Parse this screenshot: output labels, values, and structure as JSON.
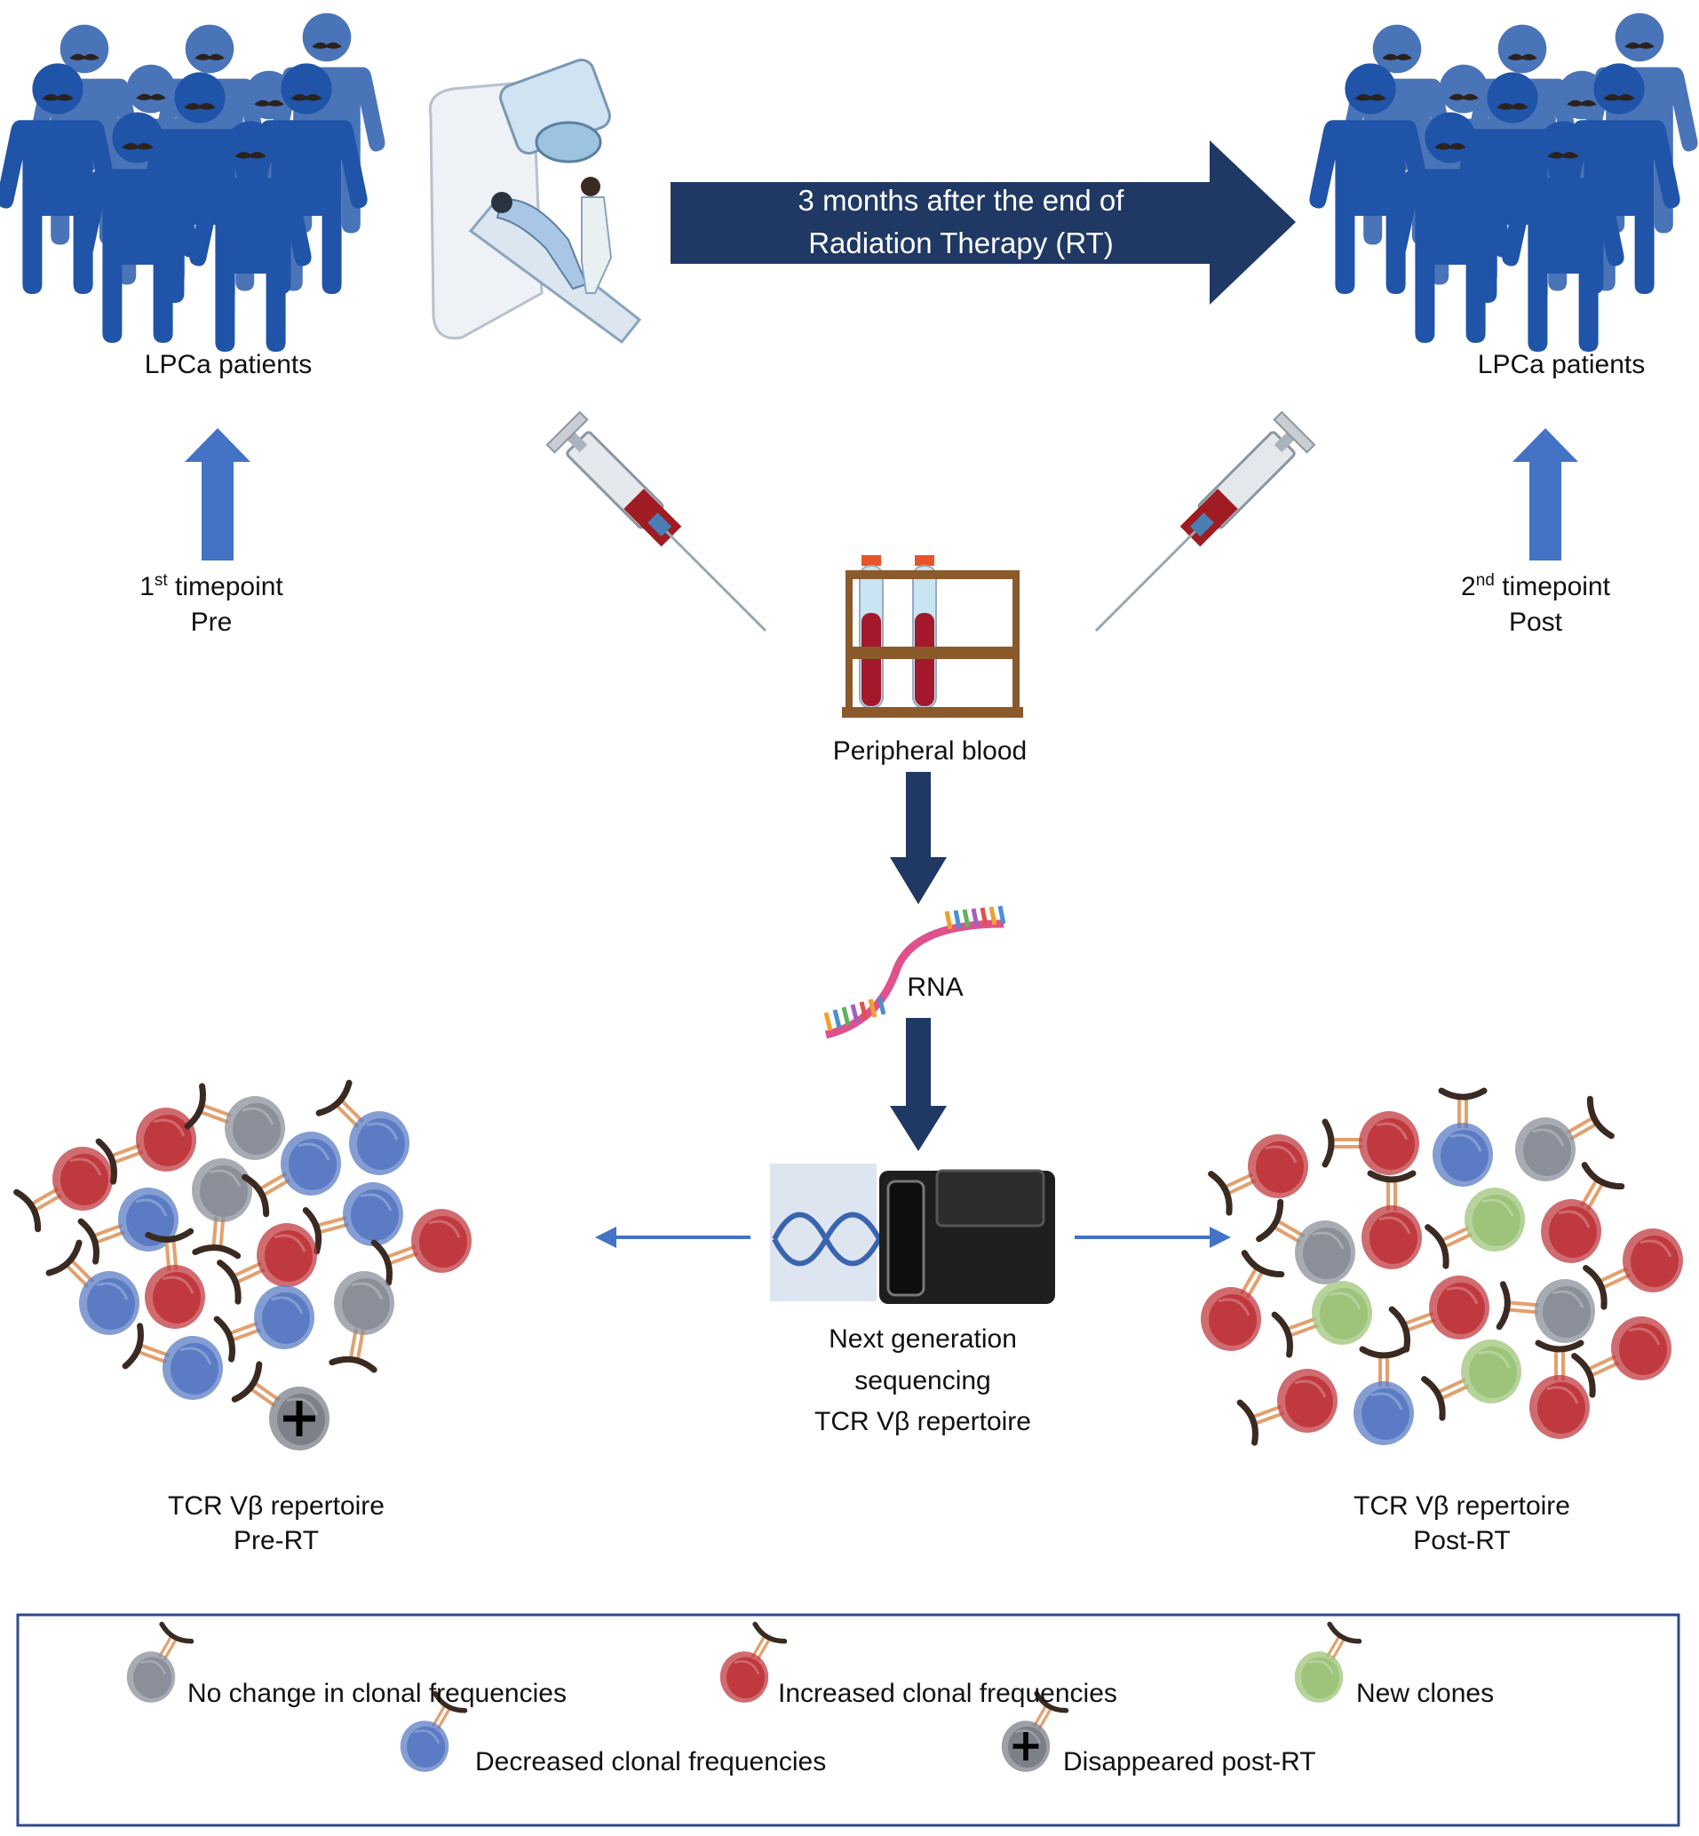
{
  "header": {
    "arrow_line1": "3 months after the end of",
    "arrow_line2": "Radiation Therapy (RT)"
  },
  "left_group": {
    "label": "LPCa patients"
  },
  "right_group": {
    "label": "LPCa patients"
  },
  "timepoint1": {
    "num": "1",
    "sup": "st",
    "word": " timepoint",
    "sub": "Pre"
  },
  "timepoint2": {
    "num": "2",
    "sup": "nd",
    "word": " timepoint",
    "sub": "Post"
  },
  "blood": {
    "label": "Peripheral blood"
  },
  "rna": {
    "label": "RNA"
  },
  "ngs": {
    "line1": "Next generation",
    "line2": "sequencing",
    "line3": "TCR Vβ repertoire"
  },
  "pre_repertoire": {
    "line1": "TCR Vβ repertoire",
    "line2": "Pre-RT"
  },
  "post_repertoire": {
    "line1": "TCR Vβ repertoire",
    "line2": "Post-RT"
  },
  "legend": {
    "items": [
      {
        "label": "No change in clonal frequencies",
        "color": "#8a8f99"
      },
      {
        "label": "Increased clonal frequencies",
        "color": "#c0393f"
      },
      {
        "label": "New clones",
        "color": "#9dc47a"
      },
      {
        "label": "Decreased clonal frequencies",
        "color": "#5b7cc4"
      },
      {
        "label": "Disappeared post-RT",
        "color": "#7d8089"
      }
    ]
  },
  "colors": {
    "people": "#1f54a8",
    "people_back": "#4a74b8",
    "timeline_arrow": "#1f3864",
    "timepoint_arrow": "#4472c4",
    "legend_border": "#2f4b8f"
  }
}
